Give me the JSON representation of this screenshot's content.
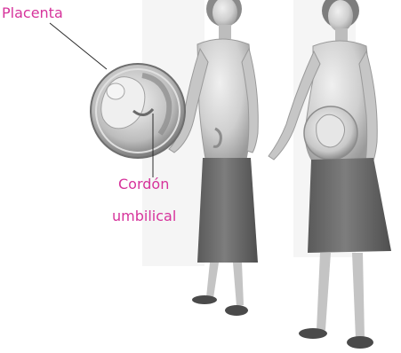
{
  "labels": {
    "placenta": "Placenta",
    "cordon_line1": "Cordón",
    "cordon_line2": "umbilical"
  },
  "colors": {
    "label_text": "#d6339b",
    "leader_line": "#2a2a2a",
    "skirt": "#6b6b6b",
    "skin": "#c9c9c9",
    "background_panel": "#f2f2f2"
  },
  "figures": [
    "woman-early-pregnancy",
    "woman-late-pregnancy"
  ]
}
